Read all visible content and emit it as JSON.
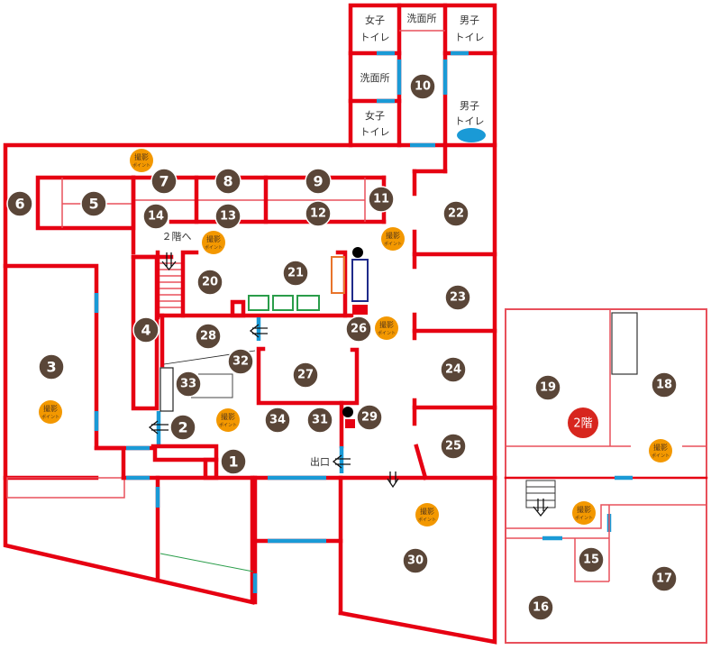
{
  "floor_plan": {
    "rooms": [
      {
        "id": "1",
        "label": "1"
      },
      {
        "id": "2",
        "label": "2"
      },
      {
        "id": "3",
        "label": "3"
      },
      {
        "id": "4",
        "label": "4"
      },
      {
        "id": "5",
        "label": "5"
      },
      {
        "id": "6",
        "label": "6"
      },
      {
        "id": "7",
        "label": "7"
      },
      {
        "id": "8",
        "label": "8"
      },
      {
        "id": "9",
        "label": "9"
      },
      {
        "id": "10",
        "label": "10"
      },
      {
        "id": "11",
        "label": "11"
      },
      {
        "id": "12",
        "label": "12"
      },
      {
        "id": "13",
        "label": "13"
      },
      {
        "id": "14",
        "label": "14"
      },
      {
        "id": "15",
        "label": "15"
      },
      {
        "id": "16",
        "label": "16"
      },
      {
        "id": "17",
        "label": "17"
      },
      {
        "id": "18",
        "label": "18"
      },
      {
        "id": "19",
        "label": "19"
      },
      {
        "id": "20",
        "label": "20"
      },
      {
        "id": "21",
        "label": "21"
      },
      {
        "id": "22",
        "label": "22"
      },
      {
        "id": "23",
        "label": "23"
      },
      {
        "id": "24",
        "label": "24"
      },
      {
        "id": "25",
        "label": "25"
      },
      {
        "id": "26",
        "label": "26"
      },
      {
        "id": "27",
        "label": "27"
      },
      {
        "id": "28",
        "label": "28"
      },
      {
        "id": "29",
        "label": "29"
      },
      {
        "id": "30",
        "label": "30"
      },
      {
        "id": "31",
        "label": "31"
      },
      {
        "id": "32",
        "label": "32"
      },
      {
        "id": "33",
        "label": "33"
      },
      {
        "id": "34",
        "label": "34"
      }
    ],
    "restrooms": {
      "womens_toilet_line1": "女子",
      "womens_toilet_line2": "トイレ",
      "mens_toilet_line1": "男子",
      "mens_toilet_line2": "トイレ",
      "washroom": "洗面所"
    },
    "photo_point": {
      "line1": "撮影",
      "line2": "ポイント"
    },
    "stairs_label": "２階へ",
    "exit_label": "出口",
    "second_floor_badge": "2階",
    "colors": {
      "wall": "#e60012",
      "door": "#1a9ad6",
      "room_marker": "#5a4638",
      "photo_point": "#f39800",
      "second_floor_badge": "#d7261e"
    }
  }
}
